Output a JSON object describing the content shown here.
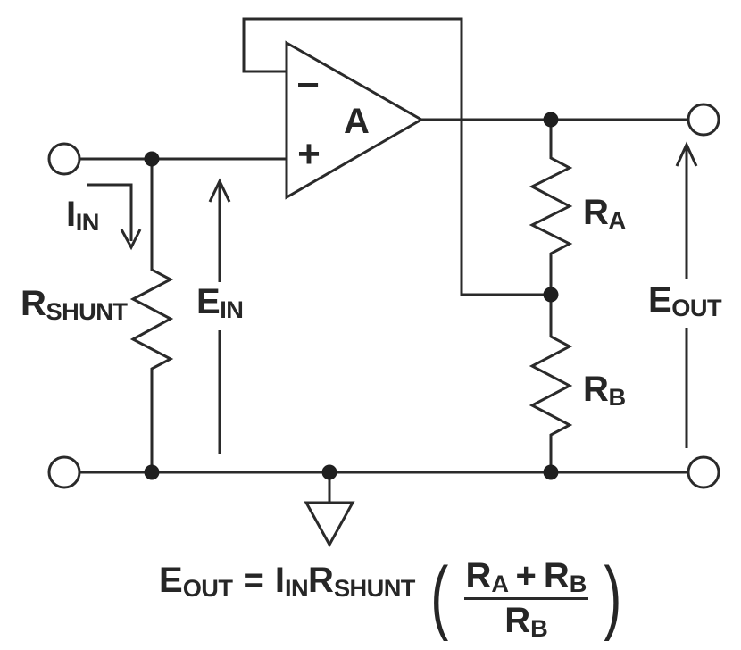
{
  "colors": {
    "ink": "#2a2a2a",
    "background": "#ffffff"
  },
  "opamp": {
    "gain_label": "A",
    "inverting_input_sign": "−",
    "noninverting_input_sign": "+"
  },
  "labels": {
    "input_current": {
      "base": "I",
      "sub": "IN"
    },
    "shunt_resistor": {
      "base": "R",
      "sub": "SHUNT"
    },
    "input_voltage": {
      "base": "E",
      "sub": "IN"
    },
    "output_voltage": {
      "base": "E",
      "sub": "OUT"
    },
    "resistor_a": {
      "base": "R",
      "sub": "A"
    },
    "resistor_b": {
      "base": "R",
      "sub": "B"
    }
  },
  "formula": {
    "lhs": {
      "base": "E",
      "sub": "OUT"
    },
    "equals": "=",
    "current": {
      "base": "I",
      "sub": "IN"
    },
    "shunt": {
      "base": "R",
      "sub": "SHUNT"
    },
    "paren_open": "(",
    "paren_close": ")",
    "numerator": {
      "r1": {
        "base": "R",
        "sub": "A"
      },
      "plus": "+",
      "r2": {
        "base": "R",
        "sub": "B"
      }
    },
    "denominator": {
      "base": "R",
      "sub": "B"
    }
  }
}
